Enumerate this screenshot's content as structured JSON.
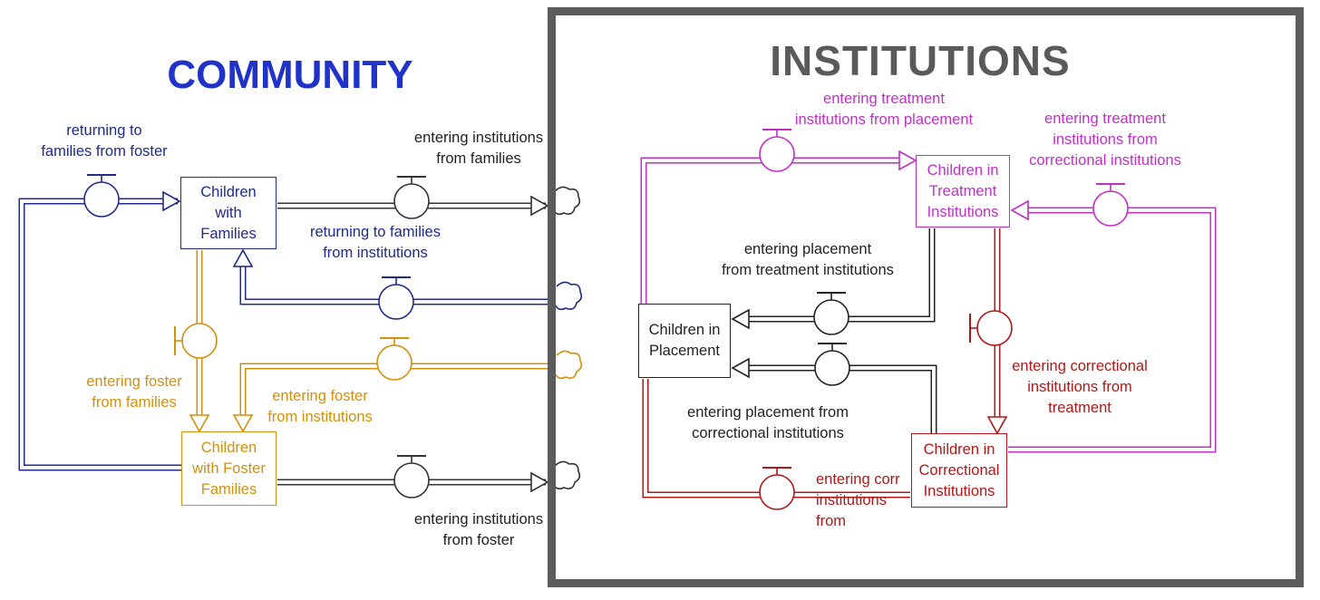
{
  "titles": {
    "community": "COMMUNITY",
    "institutions": "INSTITUTIONS"
  },
  "colors": {
    "families": "#1f2a8c",
    "foster": "#d4900a",
    "treatment": "#c030c8",
    "correctional": "#b01818",
    "placement": "#222222",
    "frame": "#5c5c5c"
  },
  "stocks": {
    "families": "Children\nwith\nFamilies",
    "foster": "Children\nwith Foster\nFamilies",
    "treatment": "Children in\nTreatment\nInstitutions",
    "placement": "Children in\nPlacement",
    "correctional": "Children in\nCorrectional\nInstitutions"
  },
  "flows": {
    "returning_from_foster": "returning to\nfamilies from foster",
    "entering_inst_from_families": "entering institutions\nfrom families",
    "returning_from_institutions": "returning to families\nfrom institutions",
    "entering_foster_from_families": "entering foster\nfrom families",
    "entering_foster_from_institutions": "entering foster\nfrom institutions",
    "entering_inst_from_foster": "entering institutions\nfrom foster",
    "treatment_from_placement": "entering treatment\ninstitutions from placement",
    "treatment_from_correctional": "entering treatment\ninstitutions from\ncorrectional institutions",
    "placement_from_treatment": "entering placement\nfrom treatment institutions",
    "placement_from_correctional": "entering placement from\ncorrectional institutions",
    "correctional_from_treatment": "entering correctional\ninstitutions from\ntreatment",
    "correctional_from_placement": "entering corr\ninstitutions from"
  }
}
